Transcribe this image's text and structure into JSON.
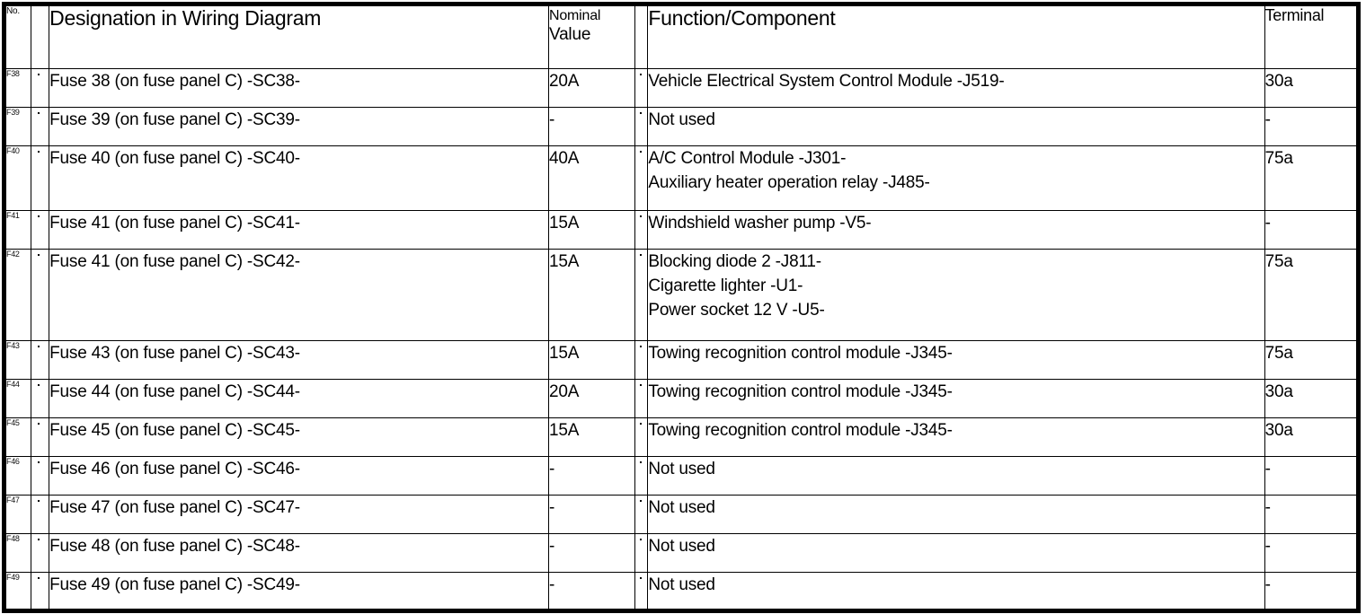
{
  "table": {
    "columns": {
      "no": "No.",
      "designation": "Designation in Wiring Diagram",
      "nominal_value_line1": "Nominal",
      "nominal_value_line2": "Value",
      "function_component": "Function/Component",
      "terminal": "Terminal"
    },
    "rows": [
      {
        "no": "F38",
        "designation": "Fuse 38 (on fuse panel C) -SC38-",
        "nominal": "20A",
        "function": "Vehicle Electrical System Control Module -J519-",
        "terminal": "30a",
        "height": "r-h1"
      },
      {
        "no": "F39",
        "designation": "Fuse 39 (on fuse panel C) -SC39-",
        "nominal": "-",
        "function": "Not used",
        "terminal": "-",
        "height": "r-h1"
      },
      {
        "no": "F40",
        "designation": "Fuse 40 (on fuse panel C) -SC40-",
        "nominal": "40A",
        "function": "A/C Control Module -J301-\nAuxiliary heater operation relay -J485-",
        "terminal": "75a",
        "height": "r-h2"
      },
      {
        "no": "F41",
        "designation": "Fuse 41 (on fuse panel C) -SC41-",
        "nominal": "15A",
        "function": "Windshield washer pump -V5-",
        "terminal": "-",
        "height": "r-h1"
      },
      {
        "no": "F42",
        "designation": "Fuse 41 (on fuse panel C) -SC42-",
        "nominal": "15A",
        "function": "Blocking diode 2 -J811-\nCigarette lighter -U1-\nPower socket 12 V -U5-",
        "terminal": "75a",
        "height": "r-h3"
      },
      {
        "no": "F43",
        "designation": "Fuse 43 (on fuse panel C) -SC43-",
        "nominal": "15A",
        "function": "Towing recognition control module -J345-",
        "terminal": "75a",
        "height": "r-h1"
      },
      {
        "no": "F44",
        "designation": "Fuse 44 (on fuse panel C) -SC44-",
        "nominal": "20A",
        "function": "Towing recognition control module -J345-",
        "terminal": "30a",
        "height": "r-h1"
      },
      {
        "no": "F45",
        "designation": "Fuse 45 (on fuse panel C) -SC45-",
        "nominal": "15A",
        "function": "Towing recognition control module -J345-",
        "terminal": "30a",
        "height": "r-h1"
      },
      {
        "no": "F46",
        "designation": "Fuse 46 (on fuse panel C) -SC46-",
        "nominal": "-",
        "function": "Not used",
        "terminal": "-",
        "height": "r-h1"
      },
      {
        "no": "F47",
        "designation": "Fuse 47 (on fuse panel C) -SC47-",
        "nominal": "-",
        "function": "Not used",
        "terminal": "-",
        "height": "r-h1"
      },
      {
        "no": "F48",
        "designation": "Fuse 48 (on fuse panel C) -SC48-",
        "nominal": "-",
        "function": "Not used",
        "terminal": "-",
        "height": "r-h1"
      },
      {
        "no": "F49",
        "designation": "Fuse 49 (on fuse panel C) -SC49-",
        "nominal": "-",
        "function": "Not used",
        "terminal": "-",
        "height": "r-h1"
      }
    ]
  },
  "colors": {
    "border": "#000000",
    "background": "#ffffff",
    "text": "#000000"
  }
}
